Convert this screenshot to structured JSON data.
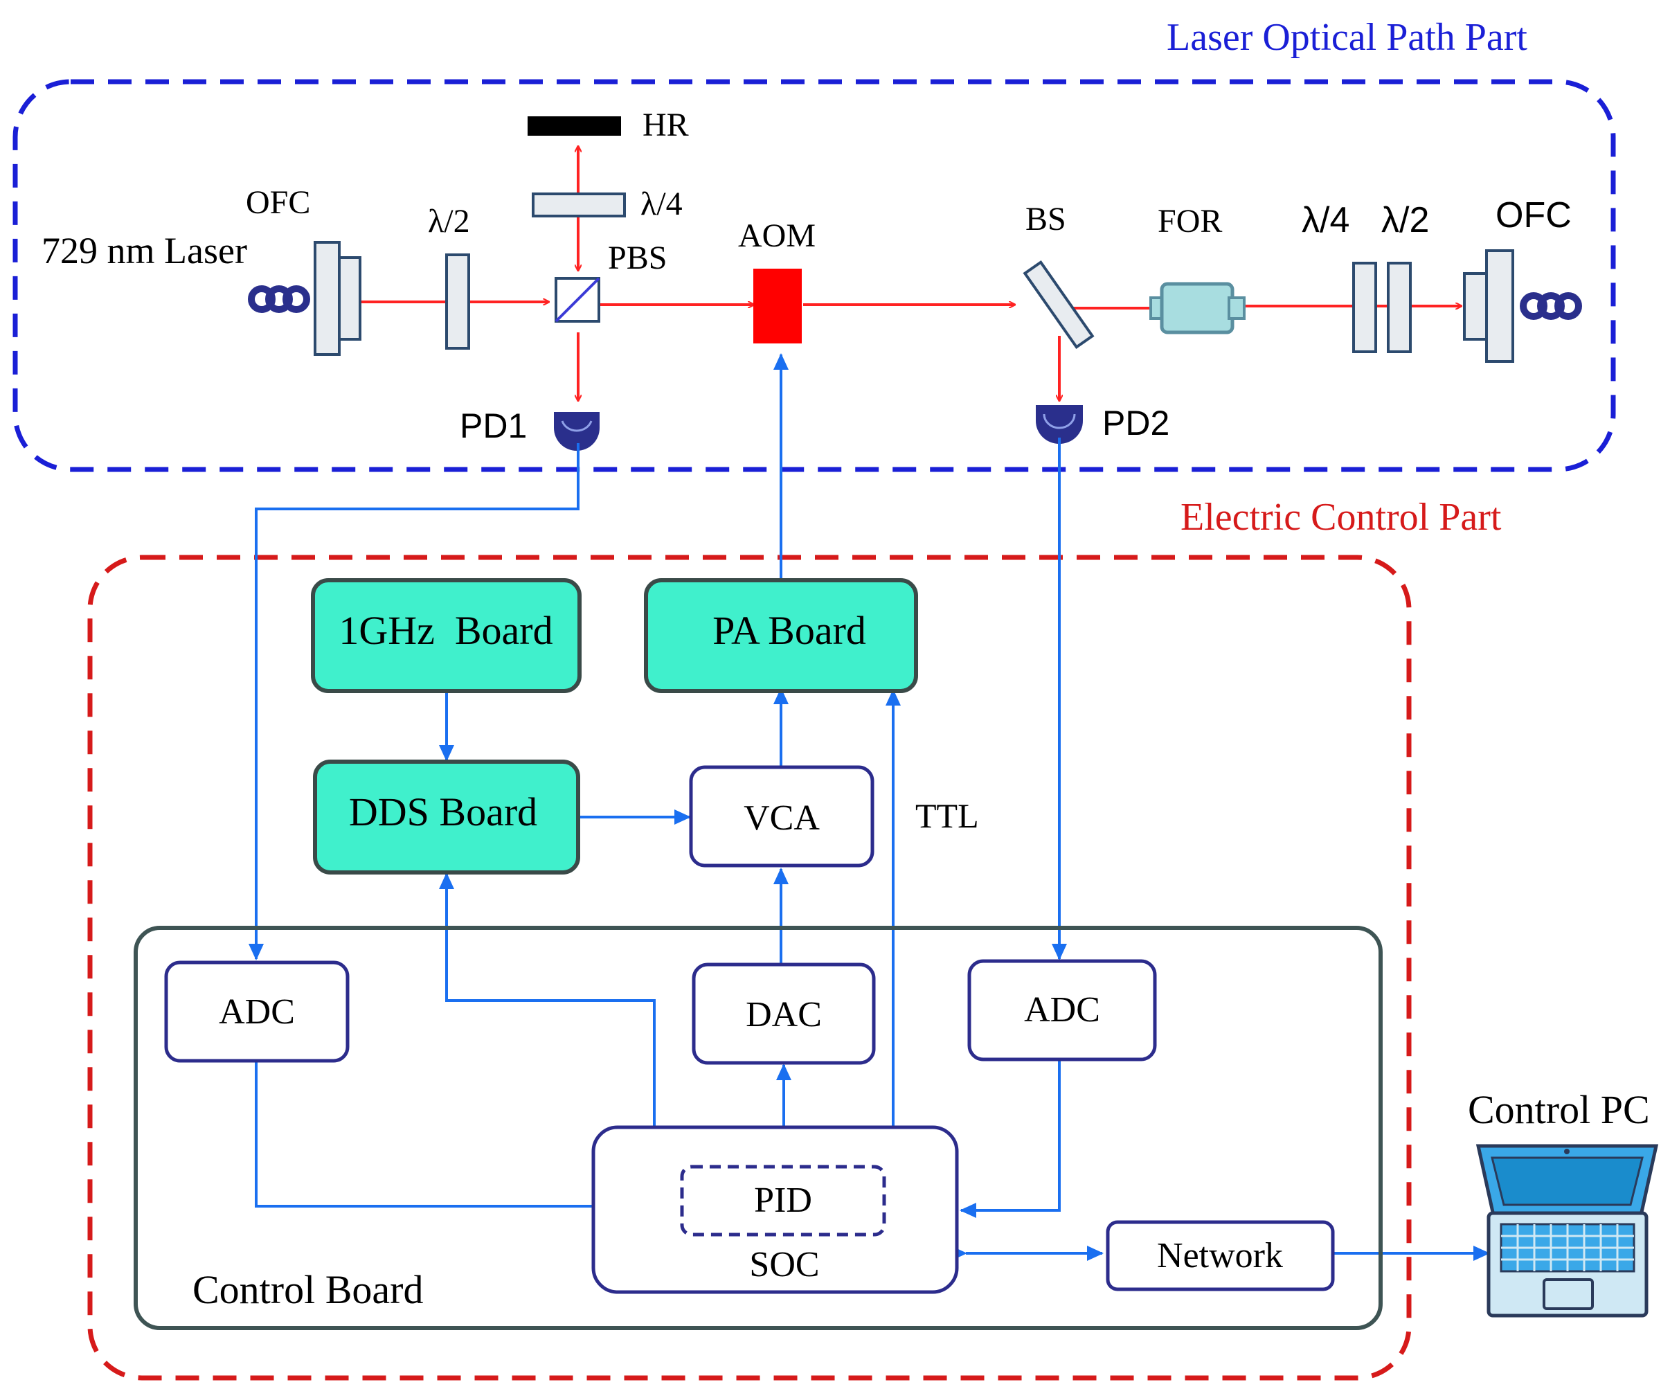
{
  "sections": {
    "optical_title": "Laser Optical Path Part",
    "electric_title": "Electric Control Part"
  },
  "optics": {
    "laser": "729 nm Laser",
    "ofc_in": "OFC",
    "half_wave_1": "λ/2",
    "hr": "HR",
    "quarter_wave_1": "λ/4",
    "pbs": "PBS",
    "aom": "AOM",
    "pd1": "PD1",
    "bs": "BS",
    "for": "FOR",
    "quarter_wave_2": "λ/4",
    "half_wave_2": "λ/2",
    "ofc_out": "OFC",
    "pd2": "PD2"
  },
  "electronics": {
    "ghz_board": "1GHz  Board",
    "pa_board": "PA Board",
    "dds_board": "DDS Board",
    "vca": "VCA",
    "ttl": "TTL",
    "adc_left": "ADC",
    "dac": "DAC",
    "adc_right": "ADC",
    "pid": "PID",
    "soc": "SOC",
    "network": "Network",
    "control_board": "Control Board",
    "control_pc": "Control PC"
  },
  "colors": {
    "optical_border": "#1a1fd6",
    "electric_border": "#d61a1a",
    "laser_beam": "#ff2222",
    "signal_line": "#1a6ff0",
    "board_fill": "#40f0cc",
    "optic_fill": "#e8ecf0",
    "optic_stroke": "#2c4a6e",
    "pd_fill": "#2a2f8c"
  }
}
